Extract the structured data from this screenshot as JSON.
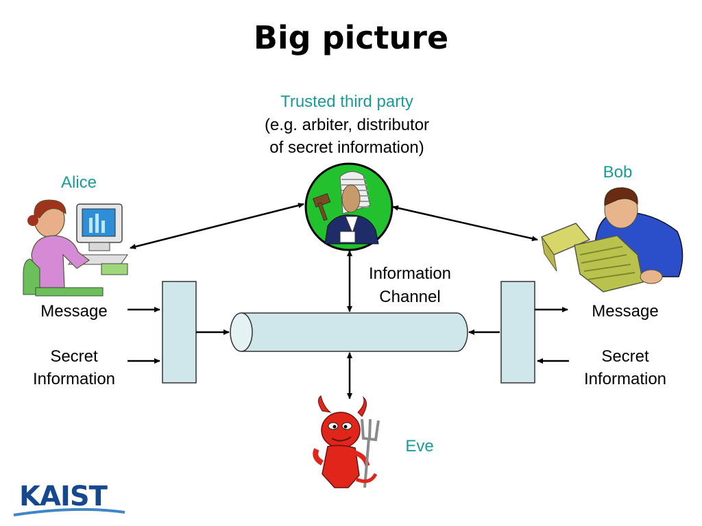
{
  "slide": {
    "title": "Big picture"
  },
  "ttp": {
    "line1": "Trusted third party",
    "line2": "(e.g. arbiter, distributor",
    "line3": "of secret information)"
  },
  "alice": {
    "name": "Alice",
    "message": "Message",
    "secret_line1": "Secret",
    "secret_line2": "Information"
  },
  "bob": {
    "name": "Bob",
    "message": "Message",
    "secret_line1": "Secret",
    "secret_line2": "Information"
  },
  "channel": {
    "line1": "Information",
    "line2": "Channel"
  },
  "eve": {
    "name": "Eve"
  },
  "logo": {
    "text": "KAIST"
  },
  "colors": {
    "label_accent": "#1a9a9a",
    "box_fill": "#cfe7ea",
    "judge_circle": "#22c22e",
    "logo": "#16488f"
  }
}
